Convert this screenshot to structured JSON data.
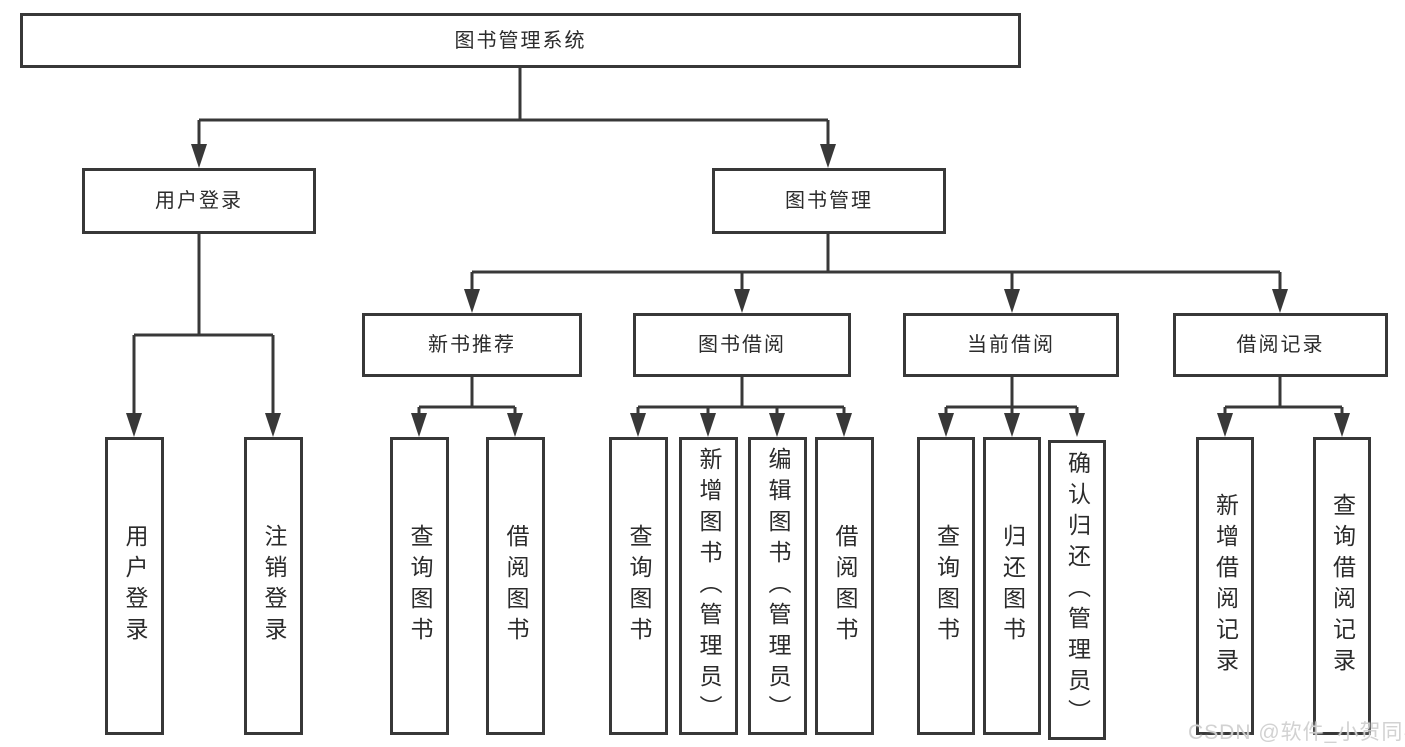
{
  "nodes": {
    "root": {
      "label": "图书管理系统"
    },
    "user_login": {
      "label": "用户登录"
    },
    "book_management": {
      "label": "图书管理"
    },
    "new_book_recommend": {
      "label": "新书推荐"
    },
    "book_borrowing": {
      "label": "图书借阅"
    },
    "current_borrowing": {
      "label": "当前借阅"
    },
    "borrowing_records": {
      "label": "借阅记录"
    },
    "leaf_user_login": {
      "label": "用户登录"
    },
    "leaf_logout": {
      "label": "注销登录"
    },
    "leaf_query_books_1": {
      "label": "查询图书"
    },
    "leaf_borrow_books_1": {
      "label": "借阅图书"
    },
    "leaf_query_books_2": {
      "label": "查询图书"
    },
    "leaf_add_books": {
      "label": "新增图书（管理员）"
    },
    "leaf_edit_books": {
      "label": "编辑图书（管理员）"
    },
    "leaf_borrow_books_2": {
      "label": "借阅图书"
    },
    "leaf_query_books_3": {
      "label": "查询图书"
    },
    "leaf_return_books": {
      "label": "归还图书"
    },
    "leaf_confirm_return": {
      "label": "确认归还（管理员）"
    },
    "leaf_add_borrow_record": {
      "label": "新增借阅记录"
    },
    "leaf_query_borrow_record": {
      "label": "查询借阅记录"
    }
  },
  "watermark": {
    "text": "CSDN @软件_小贺同学"
  },
  "colors": {
    "line": "#383838",
    "text": "#2b2b2b",
    "background": "#ffffff",
    "watermark": "#d0d0d0"
  }
}
